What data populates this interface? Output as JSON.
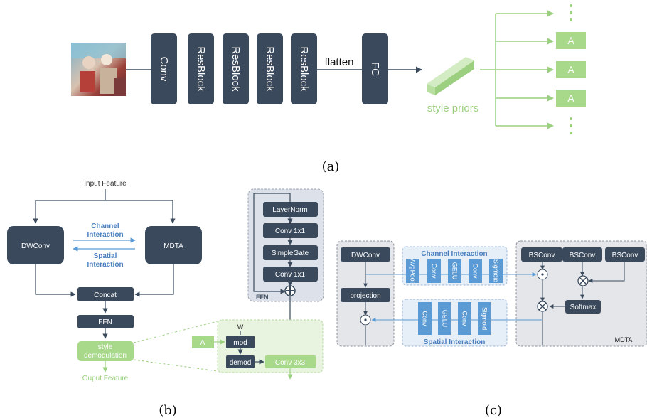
{
  "panel_a": {
    "blocks": [
      "Conv",
      "ResBlock",
      "ResBlock",
      "ResBlock",
      "ResBlock"
    ],
    "flatten": "flatten",
    "fc": "FC",
    "style_priors": "style priors",
    "a_labels": [
      "A",
      "A",
      "A"
    ],
    "caption": "(a)"
  },
  "panel_b": {
    "input": "Input Feature",
    "dwconv": "DWConv",
    "mdta": "MDTA",
    "channel_1": "Channel",
    "channel_2": "Interaction",
    "spatial_1": "Spatial",
    "spatial_2": "Interaction",
    "concat": "Concat",
    "ffn": "FFN",
    "style_1": "style",
    "style_2": "demodulation",
    "output": "Ouput Feature",
    "ffn_blocks": [
      "LayerNorm",
      "Conv 1x1",
      "SimpleGate",
      "Conv 1x1"
    ],
    "ffn_label": "FFN",
    "w": "W",
    "a": "A",
    "mod": "mod",
    "demod": "demod",
    "conv3": "Conv 3x3",
    "caption": "(b)"
  },
  "panel_c": {
    "dwconv": "DWConv",
    "projection": "projection",
    "channel_title": "Channel Interaction",
    "channel_blocks": [
      "AvgPool",
      "Conv",
      "GELU",
      "Conv",
      "Sigmoid"
    ],
    "spatial_title": "Spatial Interaction",
    "spatial_blocks": [
      "Conv",
      "GELU",
      "Conv",
      "Sigmoid"
    ],
    "bsconv": [
      "BSConv",
      "BSConv",
      "BSConv"
    ],
    "softmax": "Softmax",
    "mdta": "MDTA",
    "caption": "(c)"
  }
}
